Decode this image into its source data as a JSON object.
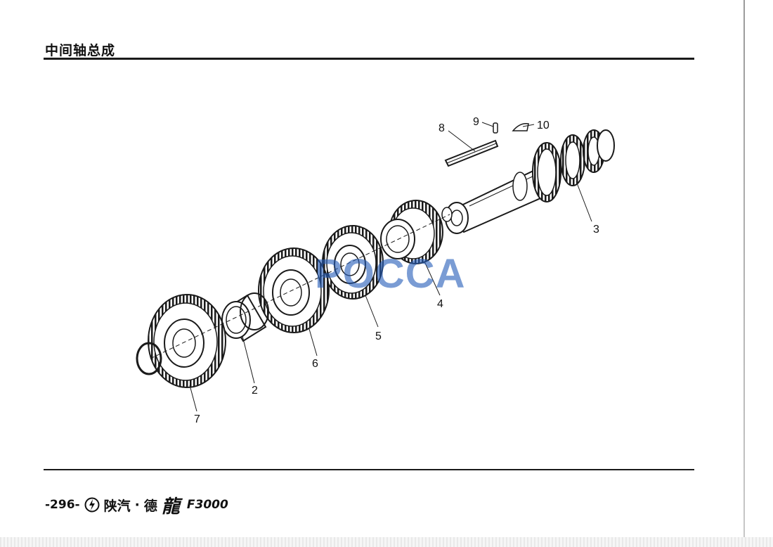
{
  "header": {
    "title": "中间轴总成"
  },
  "diagram": {
    "callouts": [
      {
        "id": "1",
        "label": "2"
      },
      {
        "id": "2",
        "label": "3"
      },
      {
        "id": "3",
        "label": "4"
      },
      {
        "id": "4",
        "label": "5"
      },
      {
        "id": "5",
        "label": "6"
      },
      {
        "id": "6",
        "label": "7"
      },
      {
        "id": "7",
        "label": "8"
      },
      {
        "id": "8",
        "label": "9"
      },
      {
        "id": "9",
        "label": "10"
      }
    ],
    "watermark": "POCCA"
  },
  "footer": {
    "page_number": "-296-",
    "brand_name": "陕汽",
    "separator": "·",
    "brand_char": "德",
    "brand_script": "龍",
    "model": "F3000"
  },
  "colors": {
    "ink": "#111111",
    "watermark": "#2f62b8"
  }
}
